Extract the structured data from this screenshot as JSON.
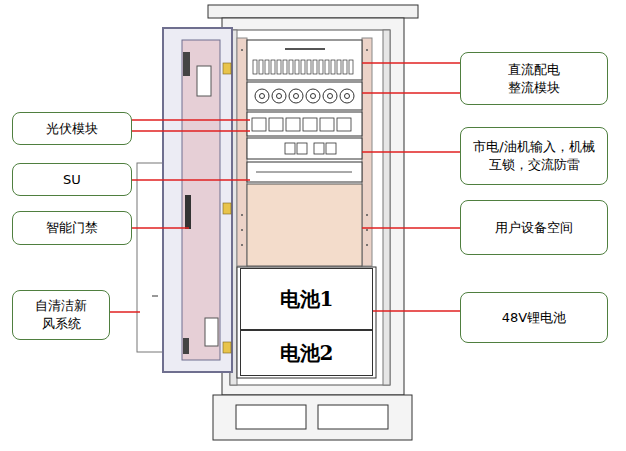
{
  "diagram": {
    "nodes": [
      {
        "text": [
          "直流配电 整流模块"
        ]
      },
      {
        "text": [
          "光伏模块"
        ]
      },
      {
        "text": [
          "市电/油机输入，机械互锁，交流防雷"
        ]
      },
      {
        "text": [
          "SU"
        ]
      },
      {
        "text": [
          "用户设备空间"
        ]
      },
      {
        "text": [
          "智能门禁"
        ]
      },
      {
        "text": [
          "自清洁新风系统"
        ]
      },
      {
        "text": [
          "电池1"
        ]
      },
      {
        "text": [
          "48V锂电池"
        ]
      },
      {
        "text": [
          "电池2"
        ]
      }
    ],
    "edges": [
      {
        "from": 8,
        "to": 7,
        "arrow": "none"
      }
    ]
  }
}
